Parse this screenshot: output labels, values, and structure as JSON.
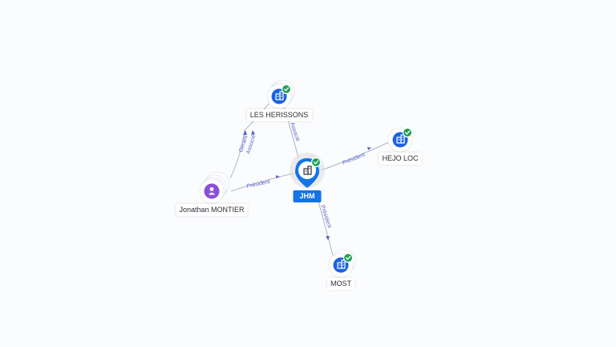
{
  "colors": {
    "company": "#1a63e0",
    "main": "#1473e6",
    "person": "#8b4fd9",
    "check": "#1f9d55",
    "edge": "#9aa3ad",
    "edge_label": "#5a63c8"
  },
  "nodes": [
    {
      "id": "les_herissons",
      "label": "LES HERISSONS",
      "type": "company",
      "icon": "building-icon",
      "verified": true
    },
    {
      "id": "hejo_loc",
      "label": "HEJO LOC",
      "type": "company",
      "icon": "building-icon",
      "verified": true
    },
    {
      "id": "jhm",
      "label": "JHM",
      "type": "main-company",
      "icon": "building-icon",
      "verified": true
    },
    {
      "id": "jonathan_montier",
      "label": "Jonathan MONTIER",
      "type": "person",
      "icon": "person-icon",
      "verified": false
    },
    {
      "id": "most",
      "label": "MOST",
      "type": "company",
      "icon": "building-icon",
      "verified": true
    }
  ],
  "edges": [
    {
      "from": "jonathan_montier",
      "to": "les_herissons",
      "labels": [
        "Gérant",
        "Associé"
      ]
    },
    {
      "from": "jonathan_montier",
      "to": "jhm",
      "labels": [
        "Président"
      ]
    },
    {
      "from": "jhm",
      "to": "les_herissons",
      "labels": [
        "Associé"
      ]
    },
    {
      "from": "jhm",
      "to": "hejo_loc",
      "labels": [
        "Président"
      ]
    },
    {
      "from": "jhm",
      "to": "most",
      "labels": [
        "Président"
      ]
    }
  ]
}
